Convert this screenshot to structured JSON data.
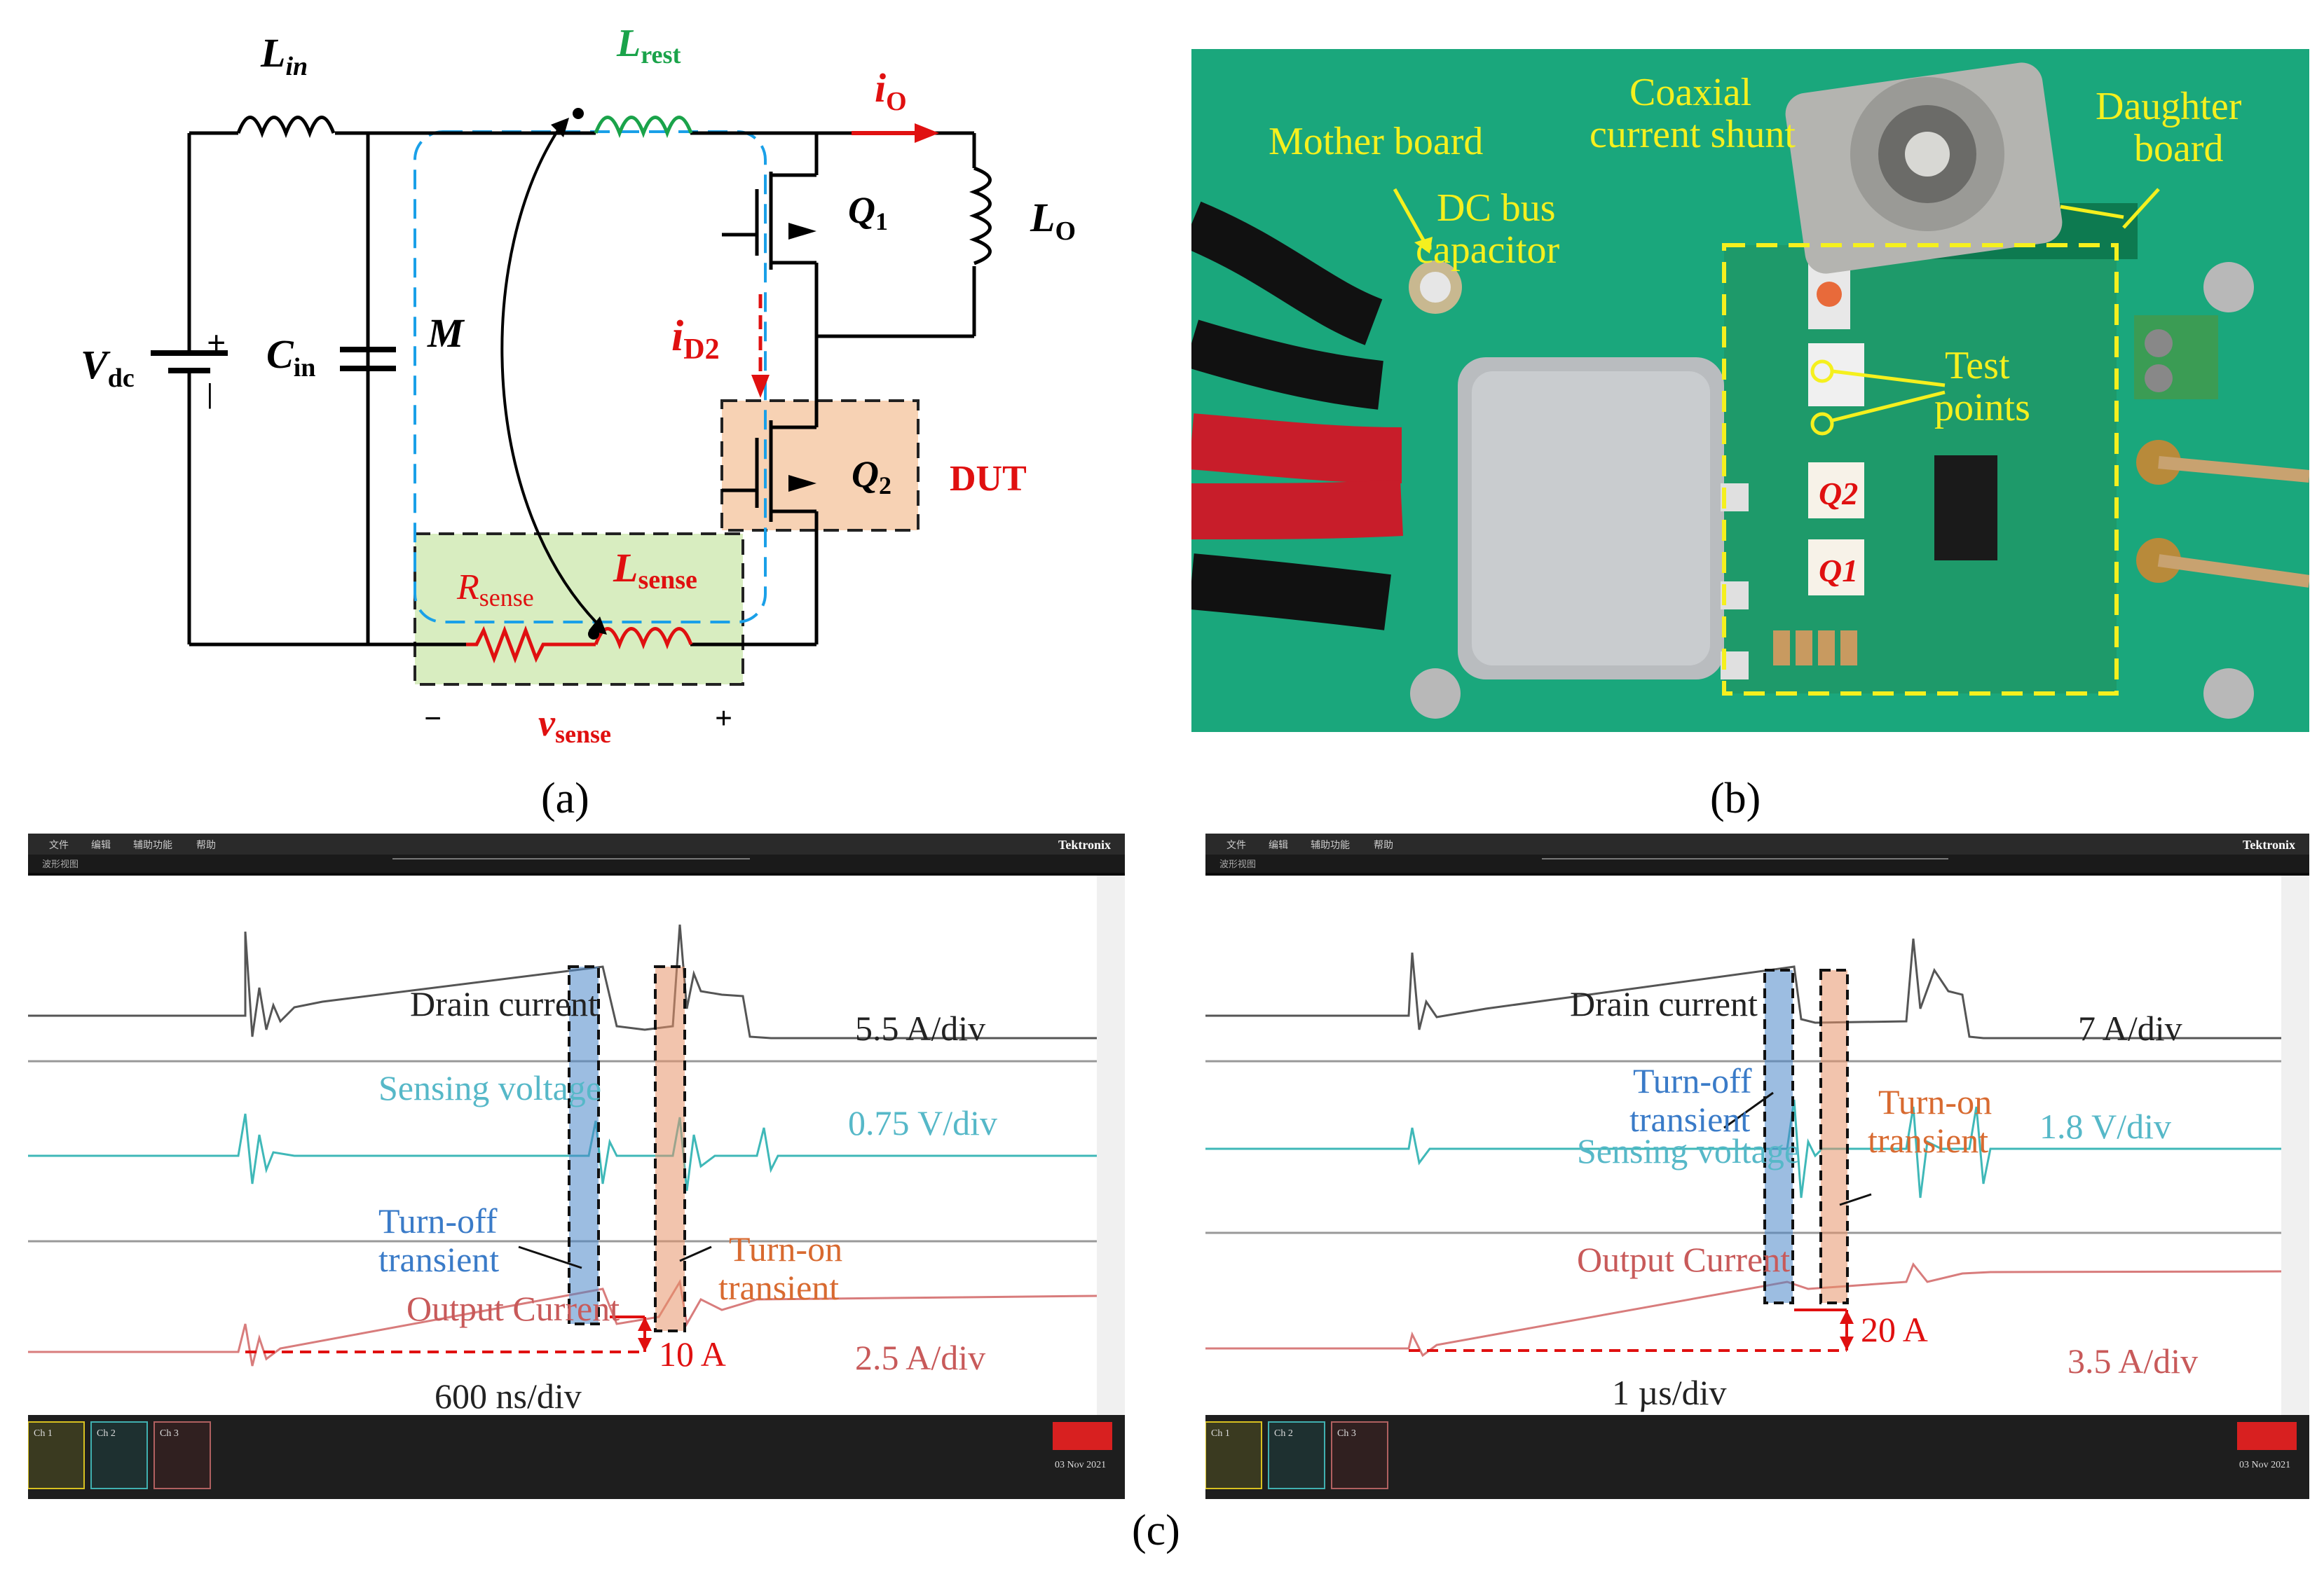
{
  "panel_labels": {
    "a": "(a)",
    "b": "(b)",
    "c": "(c)"
  },
  "circuit": {
    "L_in": "L",
    "L_in_sub": "in",
    "L_rest": "L",
    "L_rest_sub": "rest",
    "i_O": "i",
    "i_O_sub": "O",
    "Q1": "Q",
    "Q1_sub": "1",
    "L_O": "L",
    "L_O_sub": "O",
    "V_dc": "V",
    "V_dc_sub": "dc",
    "plus": "+",
    "minus": "−",
    "C_in": "C",
    "C_in_sub": "in",
    "M": "M",
    "i_D2": "i",
    "i_D2_sub": "D2",
    "Q2": "Q",
    "Q2_sub": "2",
    "DUT": "DUT",
    "R_sense": "R",
    "R_sense_sub": "sense",
    "L_sense": "L",
    "L_sense_sub": "sense",
    "v_sense": "v",
    "v_sense_sub": "sense",
    "v_minus": "−",
    "v_plus": "+",
    "colors": {
      "green": "#1aa34a",
      "red": "#e01010",
      "blue": "#1aa0e8",
      "dut_fill": "#f7d2b4",
      "sense_fill": "#d8edc0"
    }
  },
  "photo": {
    "coaxial": "Coaxial",
    "current_shunt": "current shunt",
    "daughter": "Daughter",
    "board": "board",
    "mother_board": "Mother board",
    "dc_bus": "DC bus",
    "capacitor": "capacitor",
    "test": "Test",
    "points": "points",
    "q2": "Q2",
    "q1": "Q1",
    "label_color": "#f5f01e"
  },
  "scope_left": {
    "menu": [
      "文件",
      "编辑",
      "辅助功能",
      "帮助"
    ],
    "subtab": "波形视图",
    "brand": "Tektronix",
    "drain_current": "Drain current",
    "drain_scale": "5.5 A/div",
    "sensing_voltage": "Sensing voltage",
    "sensing_scale": "0.75 V/div",
    "turn_off": "Turn-off",
    "turn_off_2": "transient",
    "turn_on": "Turn-on",
    "turn_on_2": "transient",
    "output_current": "Output Current",
    "output_scale": "2.5 A/div",
    "delta": "10 A",
    "time_div": "600 ns/div",
    "status_ch1": "Ch 1",
    "status_ch2": "Ch 2",
    "status_ch3": "Ch 3",
    "date": "03 Nov 2021"
  },
  "scope_right": {
    "menu": [
      "文件",
      "编辑",
      "辅助功能",
      "帮助"
    ],
    "subtab": "波形视图",
    "brand": "Tektronix",
    "drain_current": "Drain current",
    "drain_scale": "7 A/div",
    "turn_off": "Turn-off",
    "turn_off_2": "transient",
    "turn_on": "Turn-on",
    "turn_on_2": "transient",
    "sensing_voltage": "Sensing voltage",
    "sensing_scale": "1.8 V/div",
    "output_current": "Output Current",
    "output_scale": "3.5 A/div",
    "delta": "20 A",
    "time_div": "1 µs/div",
    "status_ch1": "Ch 1",
    "status_ch2": "Ch 2",
    "status_ch3": "Ch 3",
    "date": "03 Nov 2021"
  }
}
